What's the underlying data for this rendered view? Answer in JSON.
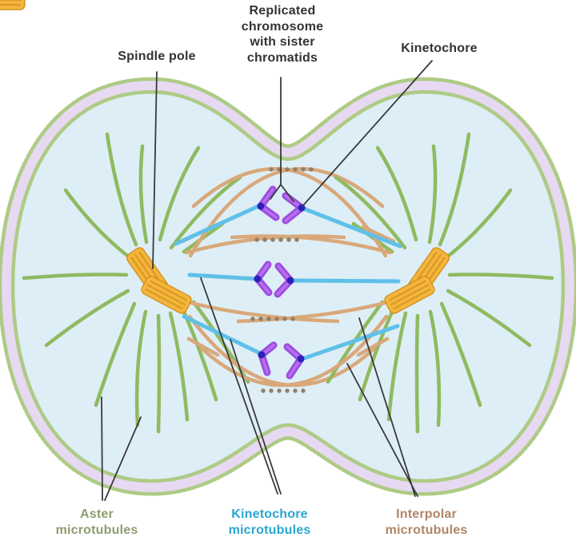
{
  "labels": {
    "spindle_pole": "Spindle pole",
    "replicated_chromosome": "Replicated\nchromosome\nwith sister\nchromatids",
    "kinetochore": "Kinetochore",
    "aster_microtubules": "Aster\nmicrotubules",
    "kinetochore_microtubules": "Kinetochore\nmicrotubules",
    "interpolar_microtubules": "Interpolar\nmicrotubules"
  },
  "colors": {
    "background": "#ffffff",
    "cytoplasm": "#ddeef6",
    "membrane_green": "#aecb85",
    "membrane_lavender": "#e7d9f2",
    "aster_green": "#8fba60",
    "interpolar_tan": "#d9a87a",
    "kinetochore_blue": "#5fc0e8",
    "chromosome_purple": "#9c4ce0",
    "chromosome_highlight": "#bd7cf2",
    "kinetochore_dot_navy": "#2b21b8",
    "centriole_orange": "#f5b63e",
    "centriole_stripe": "#dd9b25",
    "motor_dot_brown": "#8f7f6a",
    "leader_line": "#3a3a3a",
    "label_black": "#333333",
    "label_aster": "#8e9c6e",
    "label_kinetochore_mt": "#2aa6d1",
    "label_interpolar_mt": "#b08566"
  }
}
